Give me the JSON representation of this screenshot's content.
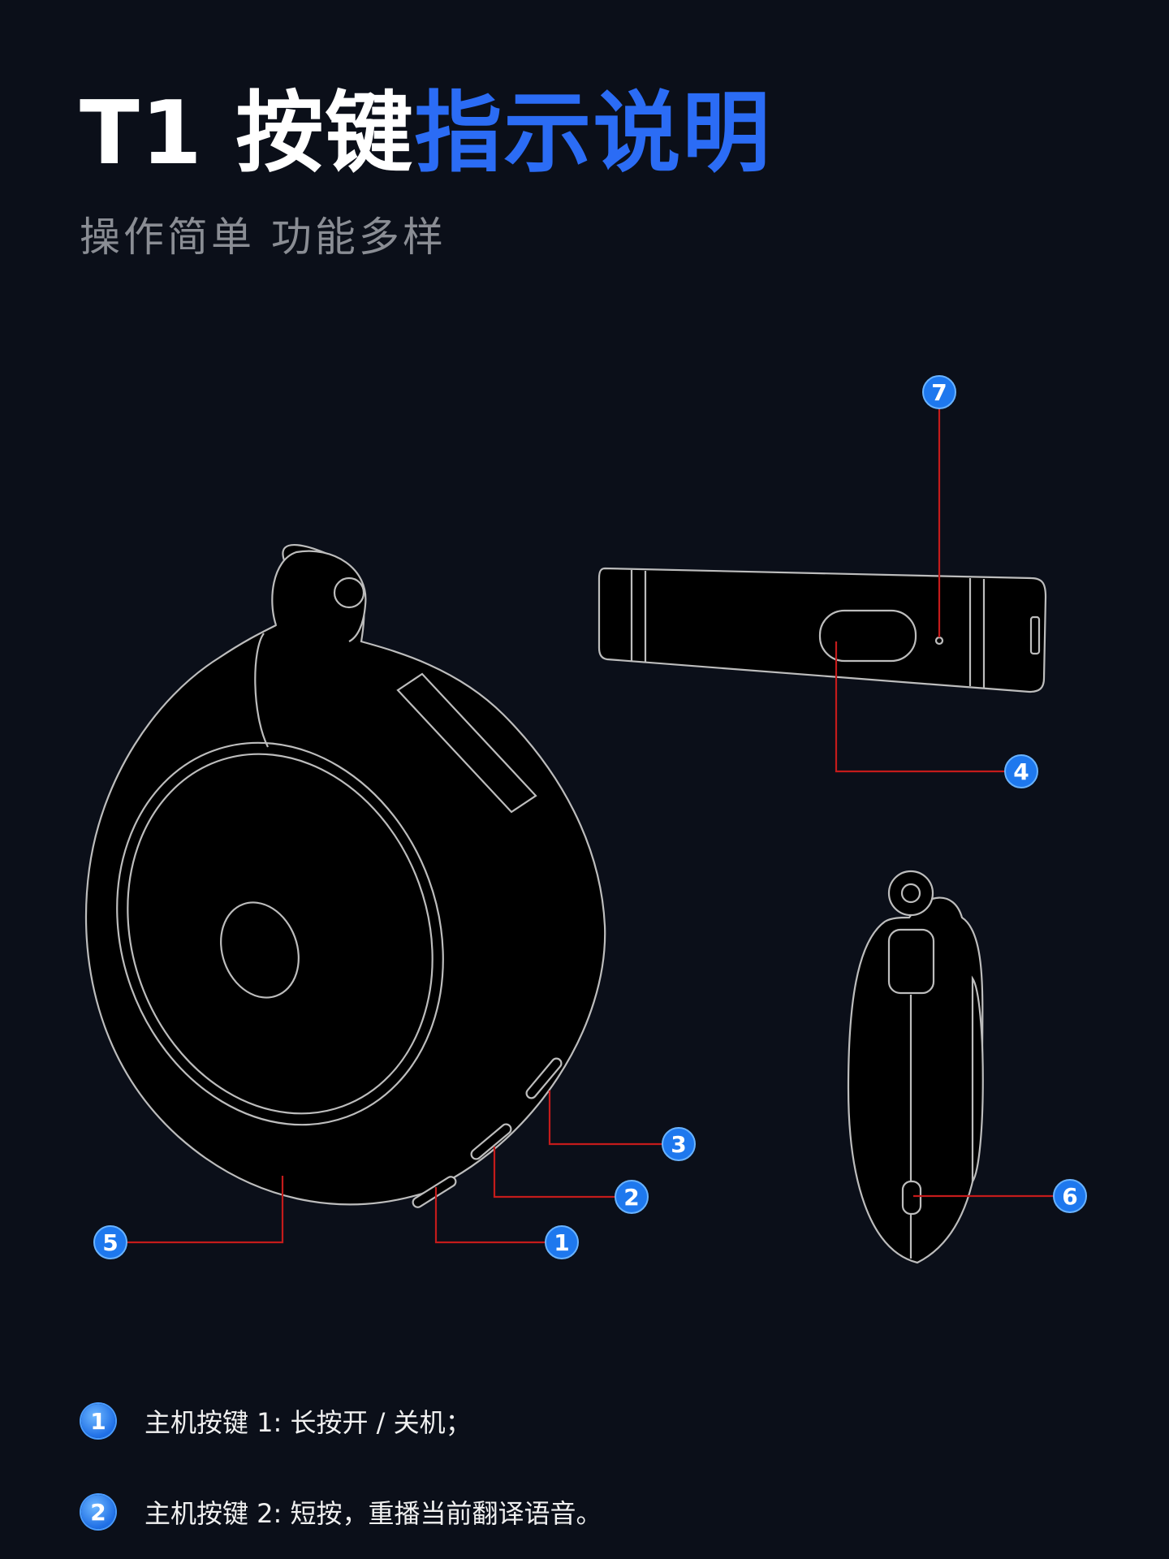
{
  "header": {
    "title_part1": "T1 按键",
    "title_part2": "指示说明",
    "subtitle": "操作简单 功能多样"
  },
  "colors": {
    "background": "#0b0f19",
    "accent_blue": "#2b6cf5",
    "callout_red": "#c41b1b",
    "badge_blue": "#1e78ee"
  },
  "callouts": [
    "1",
    "2",
    "3",
    "4",
    "5",
    "6",
    "7"
  ],
  "descriptions": [
    {
      "number": "1",
      "text": "主机按键 1: 长按开 / 关机；"
    },
    {
      "number": "2",
      "text": "主机按键 2: 短按，重播当前翻译语音。"
    }
  ]
}
